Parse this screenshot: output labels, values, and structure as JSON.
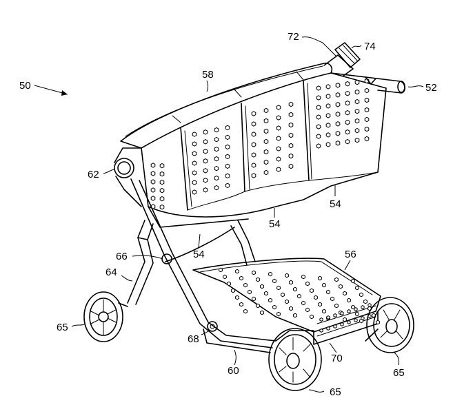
{
  "figure": {
    "labels": {
      "cart": "50",
      "handle": "52",
      "basket_right": "54",
      "basket_mid": "54",
      "basket_left": "54",
      "lower_tray": "56",
      "basket_top": "58",
      "base_frame": "60",
      "pivot": "62",
      "rear_leg": "64",
      "wheel_left": "65",
      "wheel_front": "65",
      "wheel_right": "65",
      "joint_upper": "66",
      "joint_lower": "68",
      "tray_front": "70",
      "device": "72",
      "device_tip": "74"
    }
  }
}
